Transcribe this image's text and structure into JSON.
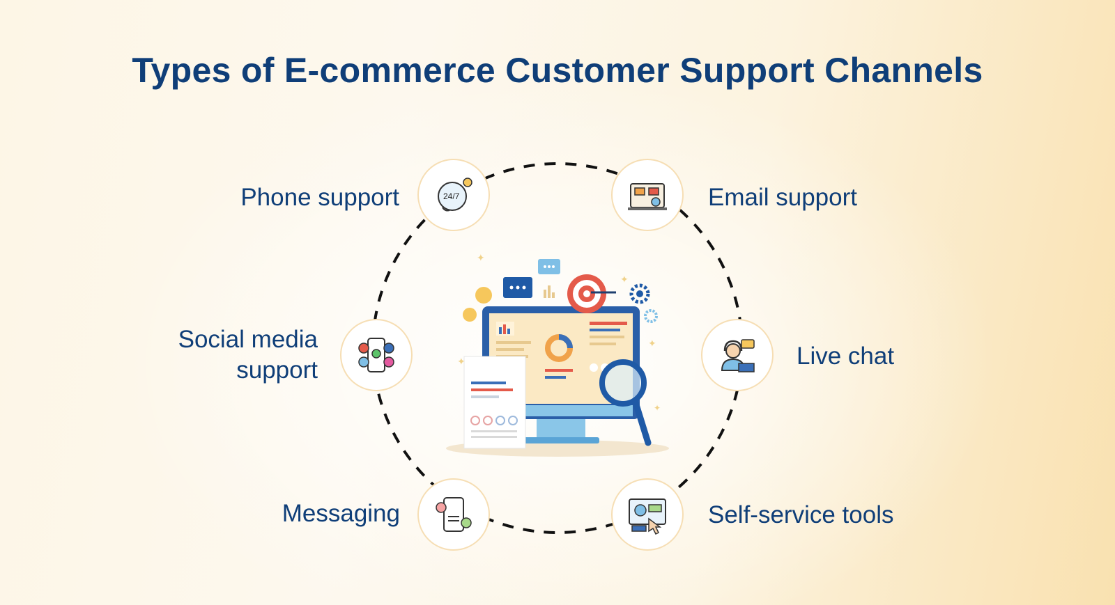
{
  "title": "Types of E-commerce Customer Support Channels",
  "channels": [
    {
      "label": "Phone support",
      "icon": "phone-24-7-icon"
    },
    {
      "label": "Email support",
      "icon": "email-icon"
    },
    {
      "label": "Social media support",
      "label_line1": "Social media",
      "label_line2": "support",
      "icon": "social-media-icon"
    },
    {
      "label": "Live chat",
      "icon": "live-chat-agent-icon"
    },
    {
      "label": "Messaging",
      "icon": "messaging-phone-icon"
    },
    {
      "label": "Self-service tools",
      "icon": "self-service-icon"
    }
  ],
  "center_illustration": "analytics-dashboard-illustration",
  "colors": {
    "title": "#0f3e78",
    "accent": "#f6deb4",
    "ring": "#111111"
  }
}
